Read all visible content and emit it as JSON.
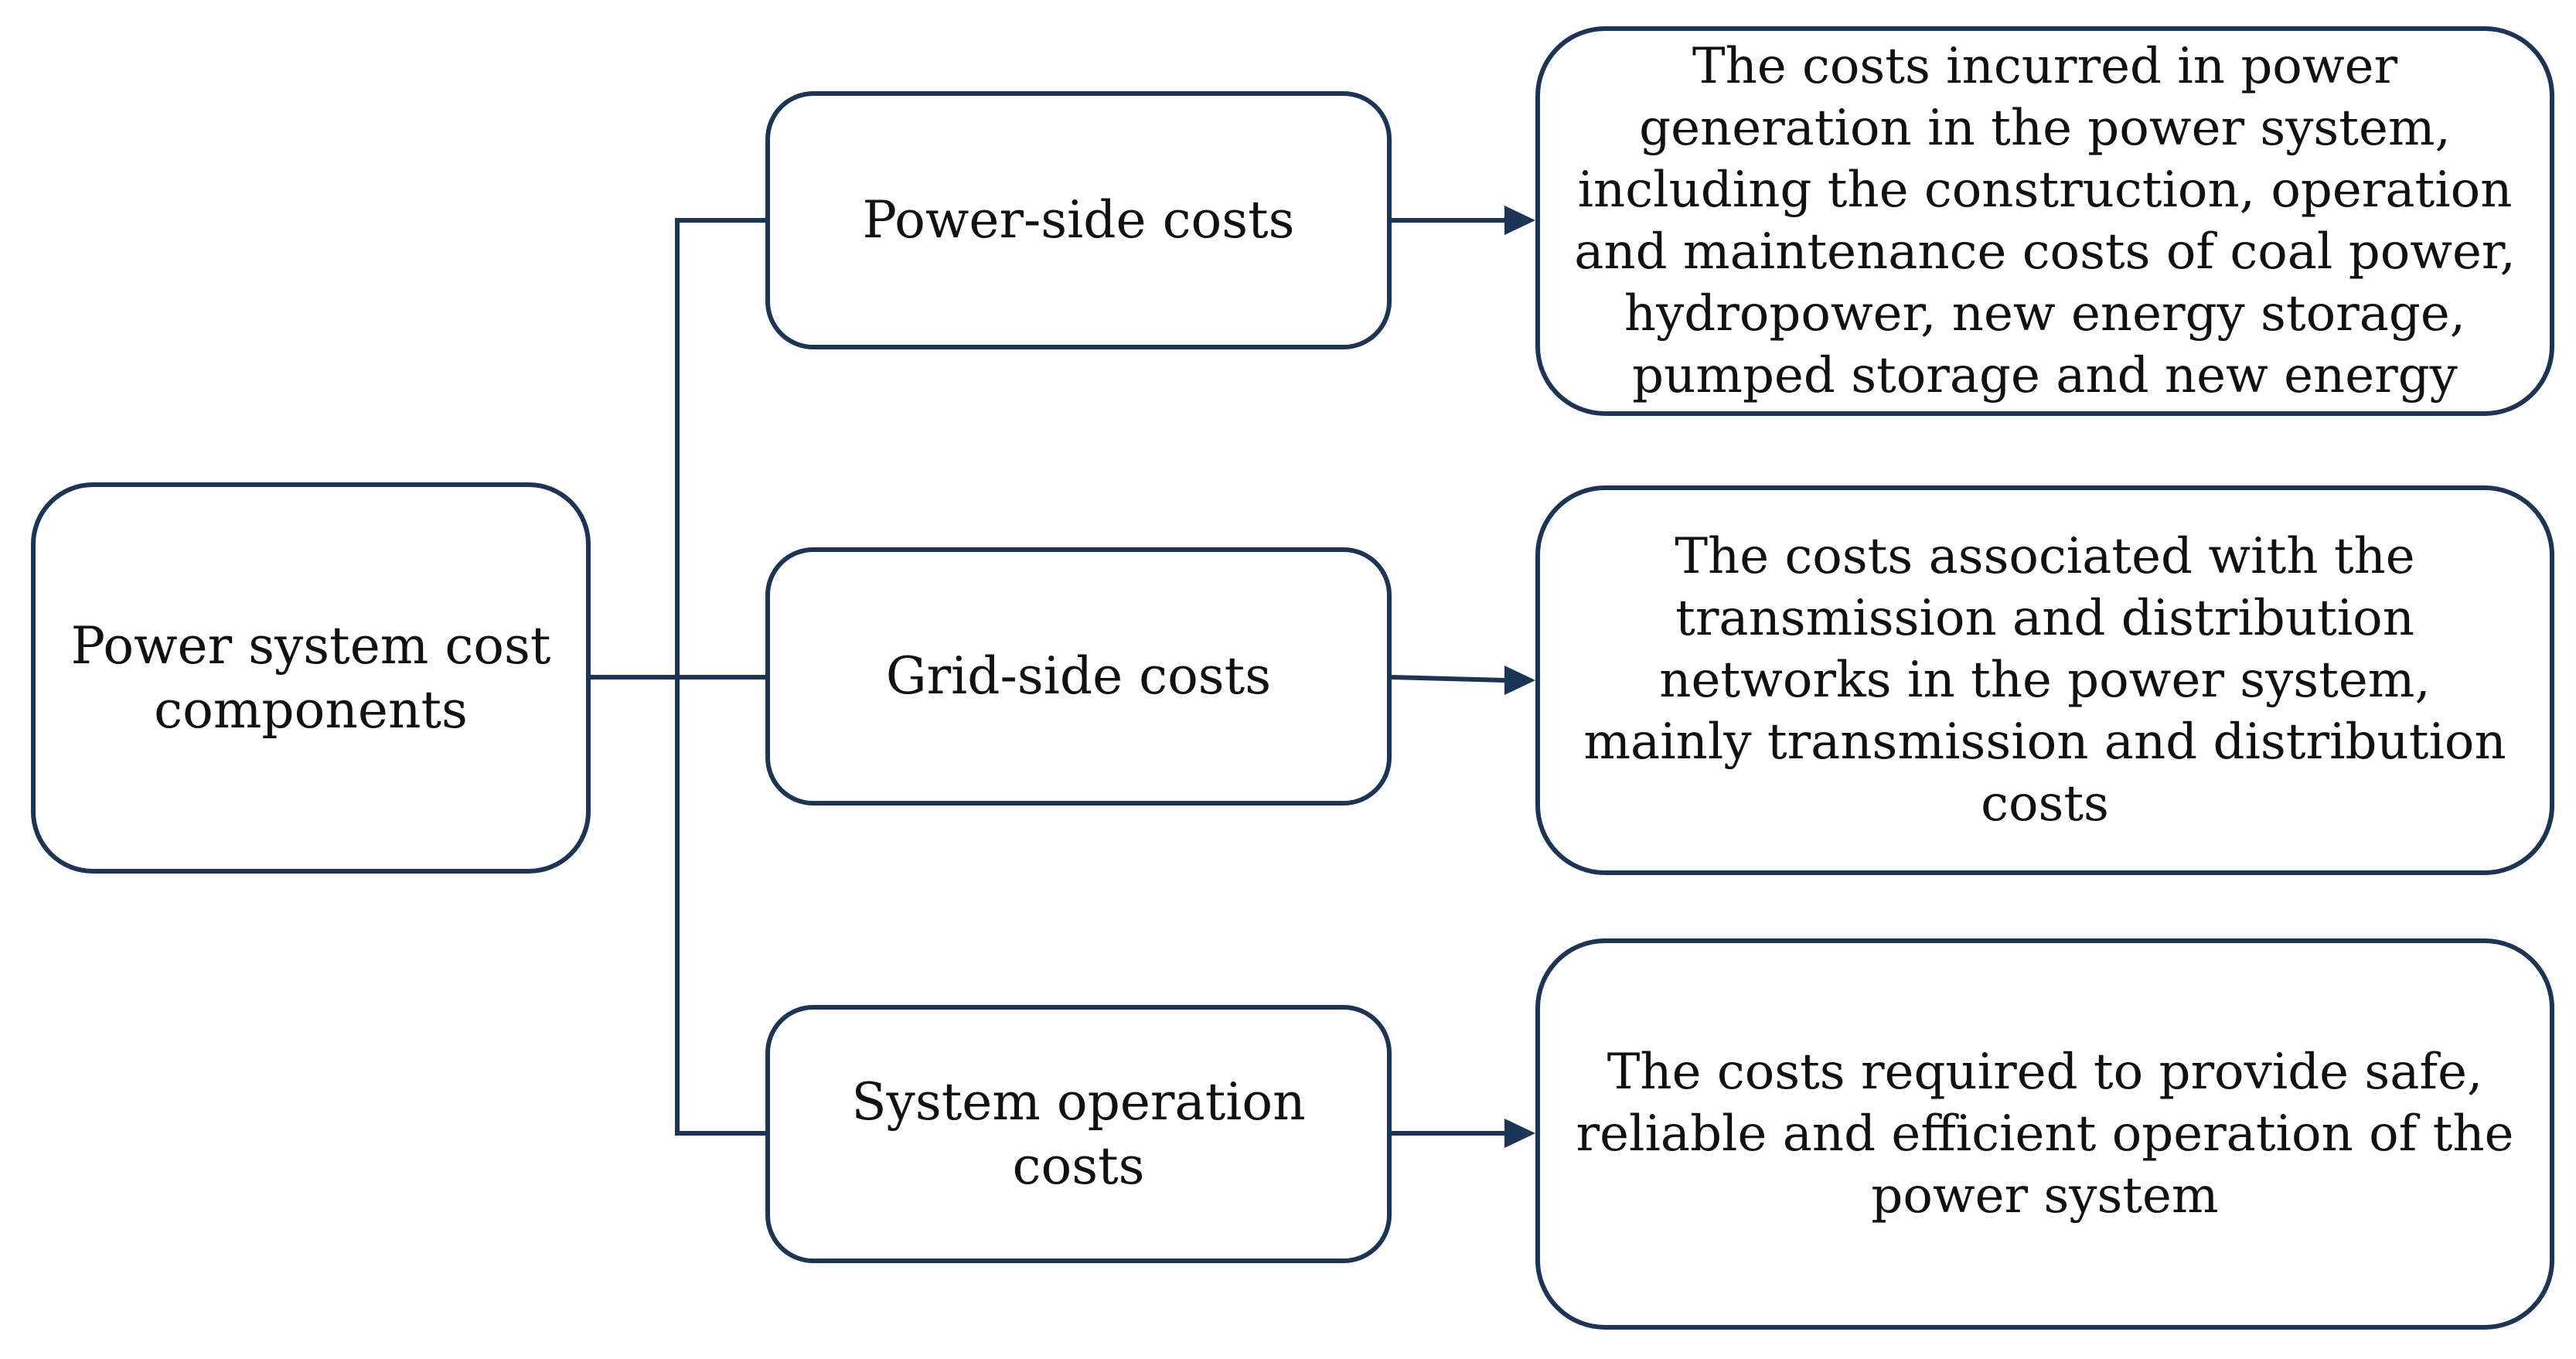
{
  "root": {
    "label": "Power system cost components"
  },
  "categories": [
    {
      "label": "Power-side costs",
      "description": "The costs incurred in power generation in the power system, including the construction, operation and maintenance costs of coal power, hydropower, new energy storage, pumped storage and new energy"
    },
    {
      "label": "Grid-side costs",
      "description": "The costs associated with the transmission and distribution networks in the power system, mainly transmission and distribution costs"
    },
    {
      "label": "System operation costs",
      "description": "The costs required to provide safe, reliable and efficient operation of the power system"
    }
  ],
  "colors": {
    "line": "#1c3557",
    "border": "#1c3557",
    "text": "#111111",
    "background": "#ffffff"
  }
}
